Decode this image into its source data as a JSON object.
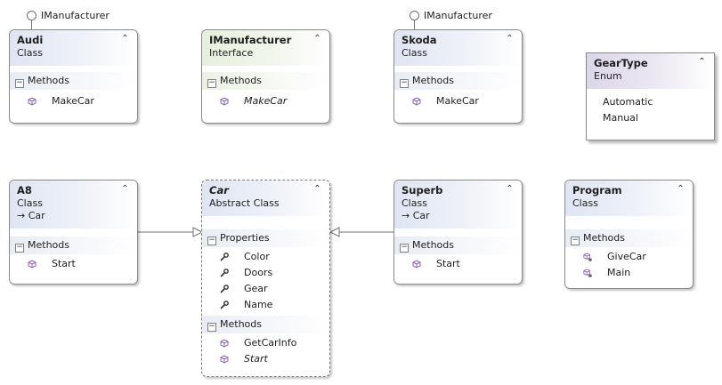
{
  "classes": {
    "audi": {
      "name": "Audi",
      "kind": "Class",
      "section": "Methods",
      "methods": [
        "MakeCar"
      ]
    },
    "imanufacturer": {
      "name": "IManufacturer",
      "kind": "Interface",
      "section": "Methods",
      "methods": [
        "MakeCar"
      ]
    },
    "skoda": {
      "name": "Skoda",
      "kind": "Class",
      "section": "Methods",
      "methods": [
        "MakeCar"
      ]
    },
    "geartype": {
      "name": "GearType",
      "kind": "Enum",
      "values": [
        "Automatic",
        "Manual"
      ]
    },
    "a8": {
      "name": "A8",
      "kind": "Class",
      "base": "→ Car",
      "section": "Methods",
      "methods": [
        "Start"
      ]
    },
    "car": {
      "name": "Car",
      "kind": "Abstract Class",
      "properties_section": "Properties",
      "properties": [
        "Color",
        "Doors",
        "Gear",
        "Name"
      ],
      "methods_section": "Methods",
      "methods": [
        "GetCarInfo",
        "Start"
      ]
    },
    "superb": {
      "name": "Superb",
      "kind": "Class",
      "base": "→ Car",
      "section": "Methods",
      "methods": [
        "Start"
      ]
    },
    "program": {
      "name": "Program",
      "kind": "Class",
      "section": "Methods",
      "methods": [
        "GiveCar",
        "Main"
      ]
    }
  },
  "lollipops": {
    "audi": "IManufacturer",
    "skoda": "IManufacturer"
  },
  "icons": {
    "collapse": "double-chevron-up-icon",
    "method": "method-cube-icon",
    "private_method": "private-method-icon",
    "property": "wrench-property-icon",
    "interface": "lollipop-interface-icon"
  },
  "colors": {
    "class_header": "#dfe5f3",
    "interface_header": "#e6efdd",
    "enum_header": "#ddd5ea",
    "method_icon": "#8a5cb8",
    "border": "#8a8a8a"
  }
}
